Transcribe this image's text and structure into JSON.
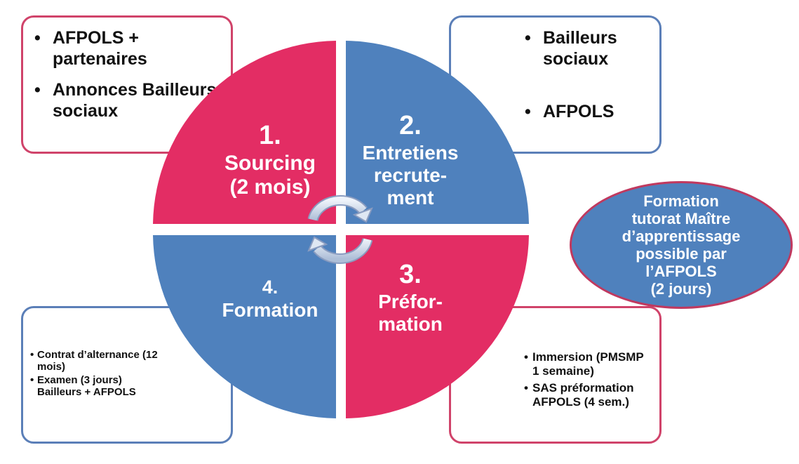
{
  "colors": {
    "pink": "#e32d64",
    "blue": "#4f81bd",
    "box_pink_border": "#d0436a",
    "box_blue_border": "#5b7fb8"
  },
  "quadrants": [
    {
      "number": "1.",
      "label": "Sourcing\n(2 mois)"
    },
    {
      "number": "2.",
      "label": "Entretiens\nrecrute-\nment"
    },
    {
      "number": "3.",
      "label": "Préfor-\nmation"
    },
    {
      "number": "4.",
      "label": "Formation"
    }
  ],
  "boxes": {
    "top_left": [
      "AFPOLS + partenaires",
      "Annonces Bailleurs sociaux"
    ],
    "top_right": [
      "Bailleurs sociaux",
      "AFPOLS"
    ],
    "bottom_left": [
      "Contrat d’alternance (12 mois)",
      "Examen (3 jours) Bailleurs + AFPOLS"
    ],
    "bottom_right": [
      "Immersion (PMSMP 1 semaine)",
      "SAS préformation AFPOLS (4 sem.)"
    ]
  },
  "oval": "Formation\ntutorat Maître\nd’apprentissage\npossible par\nl’AFPOLS\n(2 jours)",
  "icons": [
    "cycle-arrows-icon"
  ]
}
